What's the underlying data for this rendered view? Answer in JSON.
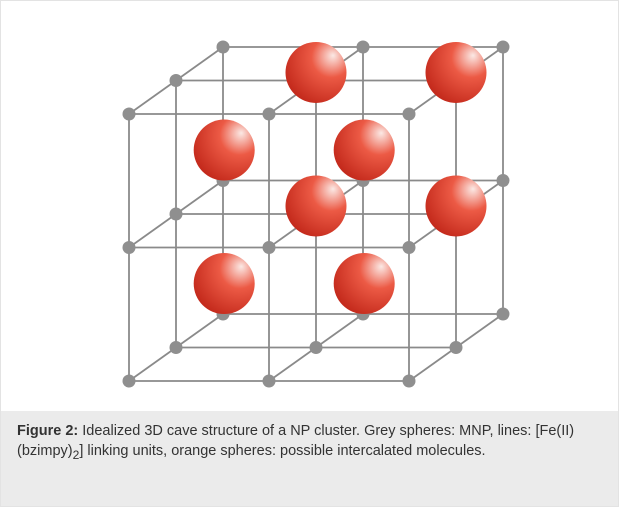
{
  "figure": {
    "label": "Figure 2:",
    "caption_part1": " Idealized 3D cave structure of a NP cluster. Grey spheres: MNP, lines: [Fe(II)(bzimpy)",
    "caption_sub": "2",
    "caption_part2": "] linking units, orange spheres: possible intercalated molecules."
  },
  "colors": {
    "grey_node": "#8f8f8f",
    "link_line": "#8a8a8a",
    "orange_sphere_light": "#fbe9e5",
    "orange_sphere_mid": "#ec5a45",
    "orange_sphere_dark": "#c42a1c",
    "caption_background": "#ebebeb"
  }
}
